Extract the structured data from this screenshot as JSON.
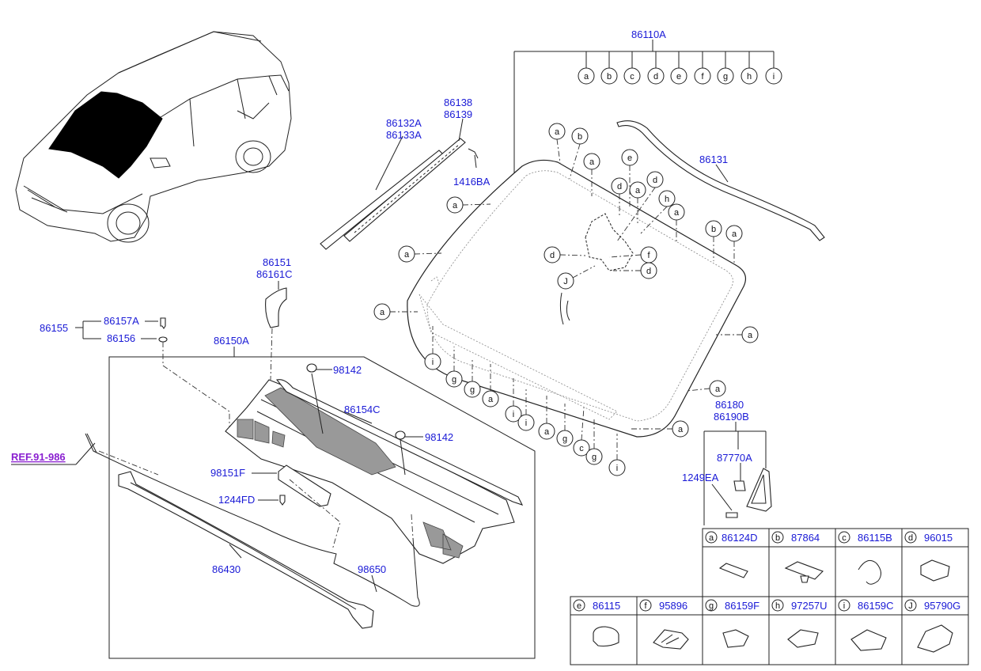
{
  "labels": {
    "p86110A": "86110A",
    "p86132A": "86132A",
    "p86133A": "86133A",
    "p86138": "86138",
    "p86139": "86139",
    "p1416BA": "1416BA",
    "p86131": "86131",
    "p86151": "86151",
    "p86161C": "86161C",
    "p86155": "86155",
    "p86157A": "86157A",
    "p86156": "86156",
    "p86150A": "86150A",
    "p98142a": "98142",
    "p98142b": "98142",
    "p86154C": "86154C",
    "p98151F": "98151F",
    "p1244FD": "1244FD",
    "p86430": "86430",
    "p98650": "98650",
    "ref": "REF.91-986",
    "p86180": "86180",
    "p86190B": "86190B",
    "p87770A": "87770A",
    "p1249EA": "1249EA"
  },
  "top_letters": [
    "a",
    "b",
    "c",
    "d",
    "e",
    "f",
    "g",
    "h",
    "i"
  ],
  "legend": [
    {
      "letter": "a",
      "part": "86124D"
    },
    {
      "letter": "b",
      "part": "87864"
    },
    {
      "letter": "c",
      "part": "86115B"
    },
    {
      "letter": "d",
      "part": "96015"
    },
    {
      "letter": "e",
      "part": "86115"
    },
    {
      "letter": "f",
      "part": "95896"
    },
    {
      "letter": "g",
      "part": "86159F"
    },
    {
      "letter": "h",
      "part": "97257U"
    },
    {
      "letter": "i",
      "part": "86159C"
    },
    {
      "letter": "J",
      "part": "95790G"
    }
  ],
  "bubbles": [
    "a",
    "b",
    "a",
    "e",
    "d",
    "a",
    "d",
    "h",
    "a",
    "b",
    "a",
    "a",
    "a",
    "d",
    "f",
    "J",
    "d",
    "a",
    "a",
    "i",
    "g",
    "g",
    "a",
    "i",
    "i",
    "a",
    "g",
    "c",
    "g",
    "i",
    "a",
    "a"
  ]
}
